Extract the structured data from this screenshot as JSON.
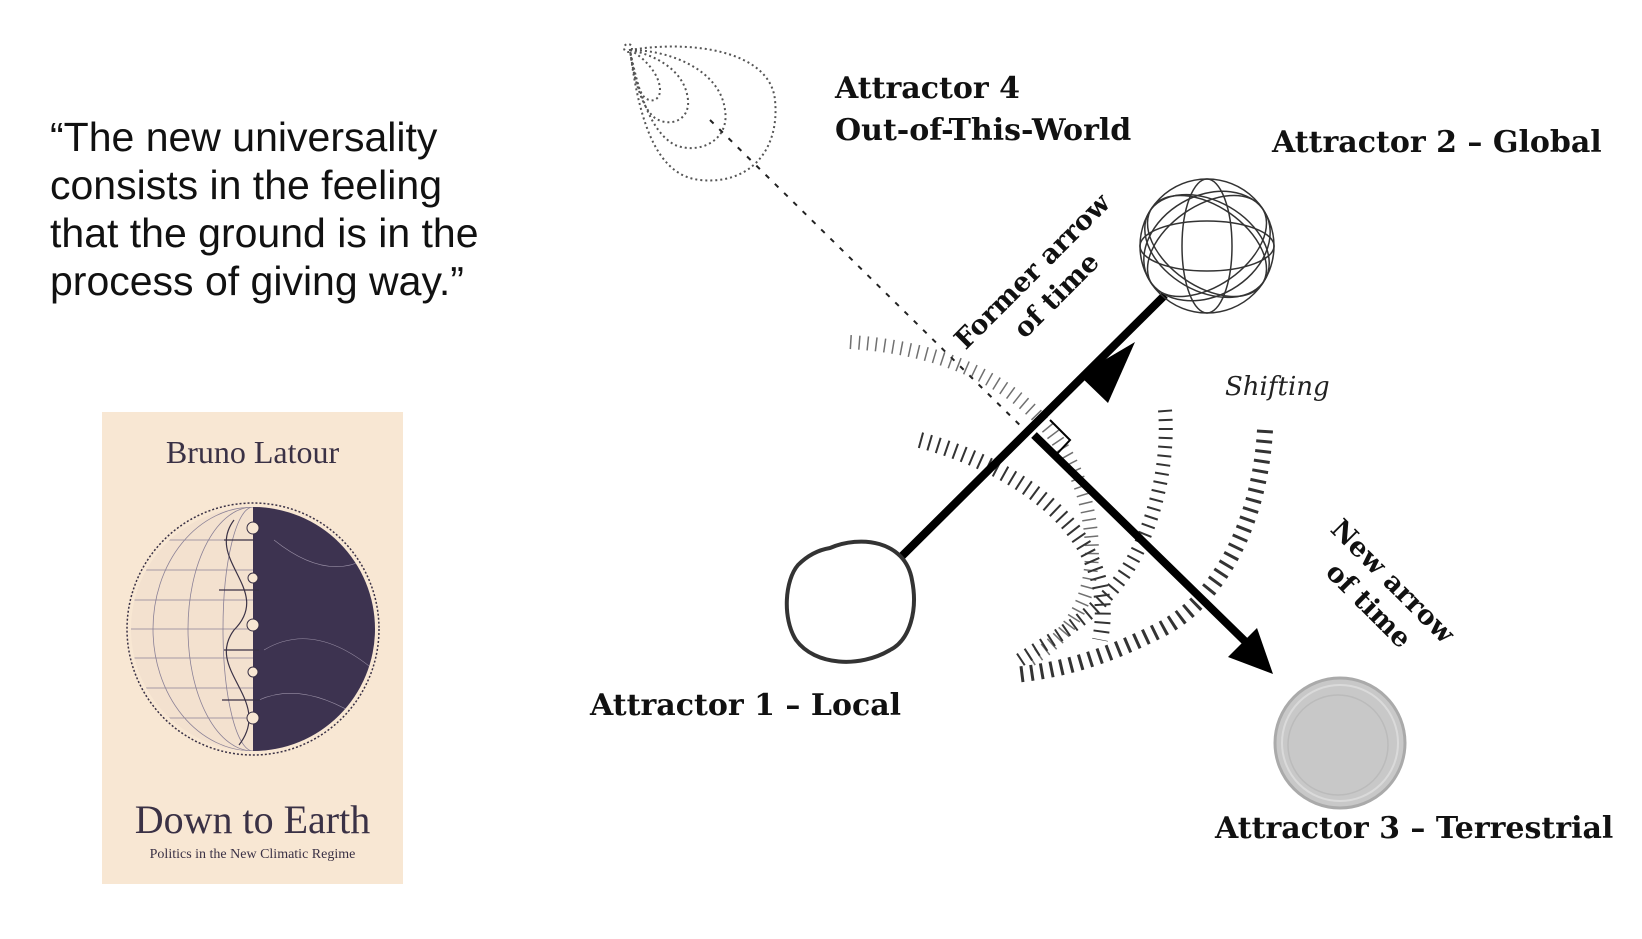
{
  "quote": {
    "line1": "“The new universality",
    "line2": "consists in the feeling",
    "line3": "that the ground is in the",
    "line4": "process of giving way.”"
  },
  "book_cover": {
    "author": "Bruno Latour",
    "title": "Down to Earth",
    "subtitle": "Politics in the New Climatic Regime",
    "background_color": "#f8e7d3",
    "ink_color": "#3a3145"
  },
  "diagram": {
    "attractor_4_line1": "Attractor 4",
    "attractor_4_line2": "Out-of-This-World",
    "attractor_2": "Attractor 2 – Global",
    "attractor_1": "Attractor 1 – Local",
    "attractor_3": "Attractor 3 – Terrestrial",
    "former_arrow_line1": "Former arrow",
    "former_arrow_line2": "of time",
    "new_arrow_line1": "New arrow",
    "new_arrow_line2": "of time",
    "shifting": "Shifting",
    "terrestrial_fill_color": "#c8c8c8"
  }
}
